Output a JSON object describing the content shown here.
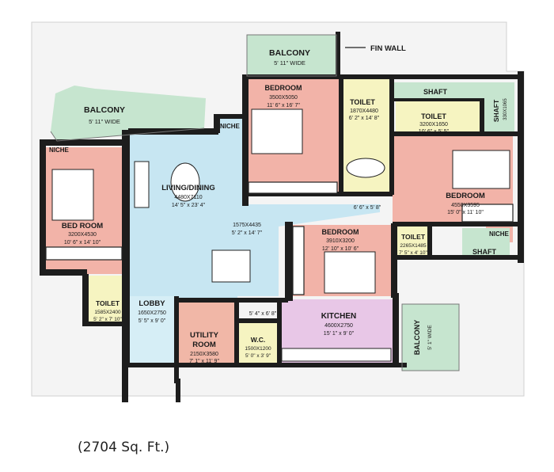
{
  "colors": {
    "balcony": "#c6e5cf",
    "bedroom": "#f2b3a8",
    "living": "#c7e6f2",
    "toilet": "#f6f4c1",
    "kitchen": "#e8c7e7",
    "utility": "#f1b7a7",
    "lobby": "#d6eef6",
    "shaft": "#c6e5cf",
    "wall": "#1d1d1d",
    "outline": "#b7b7b7"
  },
  "labels": {
    "balcony_top": "BALCONY",
    "balcony_top_dim": "5' 11\" WIDE",
    "fin_wall": "FIN WALL",
    "balcony_left": "BALCONY",
    "balcony_left_dim": "5' 11\" WIDE",
    "niche_left": "NICHE",
    "niche_living": "NICHE",
    "niche_right": "NICHE",
    "bedroom_top": "BEDROOM",
    "bedroom_top_mm": "3500X5050",
    "bedroom_top_ft": "11' 6\" x 16' 7\"",
    "toilet_top": "TOILET",
    "toilet_top_mm": "1870X4480",
    "toilet_top_ft": "6' 2\" x 14' 8\"",
    "shaft_top": "SHAFT",
    "toilet_right": "TOILET",
    "toilet_right_mm": "3200X1650",
    "toilet_right_ft": "10' 6\" x 5' 5\"",
    "shaft_right": "SHAFT",
    "shaft_right_mm": "330X1065",
    "living": "LIVING/DINING",
    "living_mm": "4480X7110",
    "living_ft": "14' 5\" x 23' 4\"",
    "dining_mm": "1575X4435",
    "dining_ft": "5' 2\" x 14' 7\"",
    "corridor_dim": "6' 6\" x 5' 8\"",
    "bedroom_left": "BED ROOM",
    "bedroom_left_mm": "3200X4530",
    "bedroom_left_ft": "10' 6\" x 14' 10\"",
    "bedroom_right": "BEDROOM",
    "bedroom_right_mm": "4550X3595",
    "bedroom_right_ft": "15' 0\" x 11' 10\"",
    "bedroom_mid": "BEDROOM",
    "bedroom_mid_mm": "3910X3200",
    "bedroom_mid_ft": "12' 10\" x 10' 6\"",
    "toilet_mid": "TOILET",
    "toilet_mid_mm": "2265X1485",
    "toilet_mid_ft": "7' 5\" x 4' 10\"",
    "shaft_bottom": "SHAFT",
    "toilet_left": "TOILET",
    "toilet_left_mm": "1585X2400",
    "toilet_left_ft": "5' 2\" x 7' 10\"",
    "lobby": "LOBBY",
    "lobby_mm": "1650X2750",
    "lobby_ft": "5' 5\" x 9' 0\"",
    "utility": "UTILITY",
    "utility2": "ROOM",
    "utility_mm": "2150X3580",
    "utility_ft": "7' 1\" x 11' 9\"",
    "wc": "W.C.",
    "wc_mm": "1500X1200",
    "wc_ft": "5' 0\" x 3' 9\"",
    "kitchen_top_dim": "5' 4\" x 6' 8\"",
    "kitchen": "KITCHEN",
    "kitchen_mm": "4600X2750",
    "kitchen_ft": "15' 1\" x 9' 0\"",
    "balcony_kitchen": "BALCONY",
    "balcony_kitchen_dim": "5' 1\" WIDE"
  },
  "area_text": "(2704 Sq. Ft.)"
}
